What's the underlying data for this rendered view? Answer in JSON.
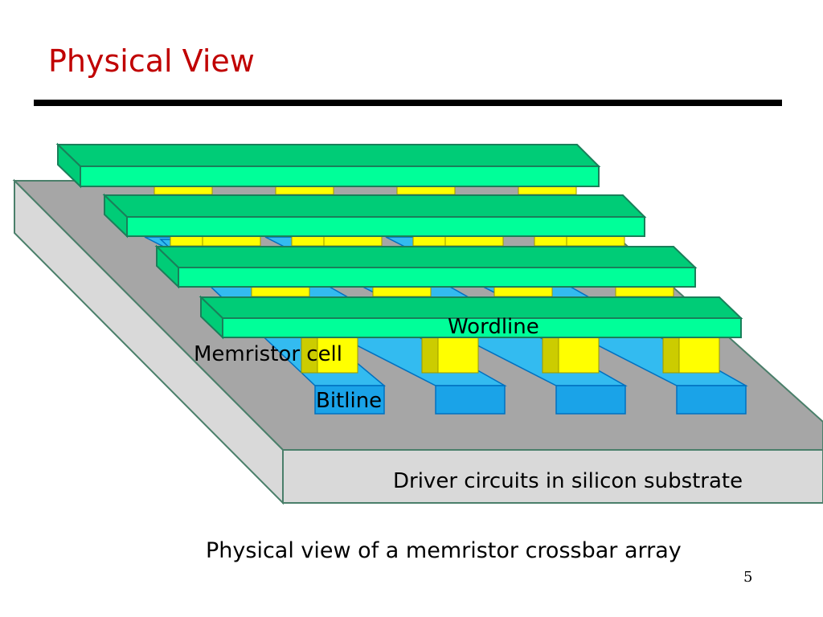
{
  "slide": {
    "title": "Physical View",
    "caption": "Physical view of a memristor crossbar array",
    "page_number": "5"
  },
  "diagram": {
    "labels": {
      "wordline": "Wordline",
      "memristor_cell": "Memristor cell",
      "bitline": "Bitline",
      "substrate": "Driver circuits in silicon substrate"
    },
    "counts": {
      "wordlines": 4,
      "bitlines": 4
    },
    "colors": {
      "title": "#c00000",
      "substrate_top": "#a6a6a6",
      "substrate_side": "#d9d9d9",
      "wordline_top": "#00cc77",
      "wordline_front": "#00ff99",
      "bitline_front": "#1aa3e8",
      "bitline_top": "#33bbf0",
      "memristor": "#ffff00",
      "memristor_side": "#cccc00"
    }
  }
}
